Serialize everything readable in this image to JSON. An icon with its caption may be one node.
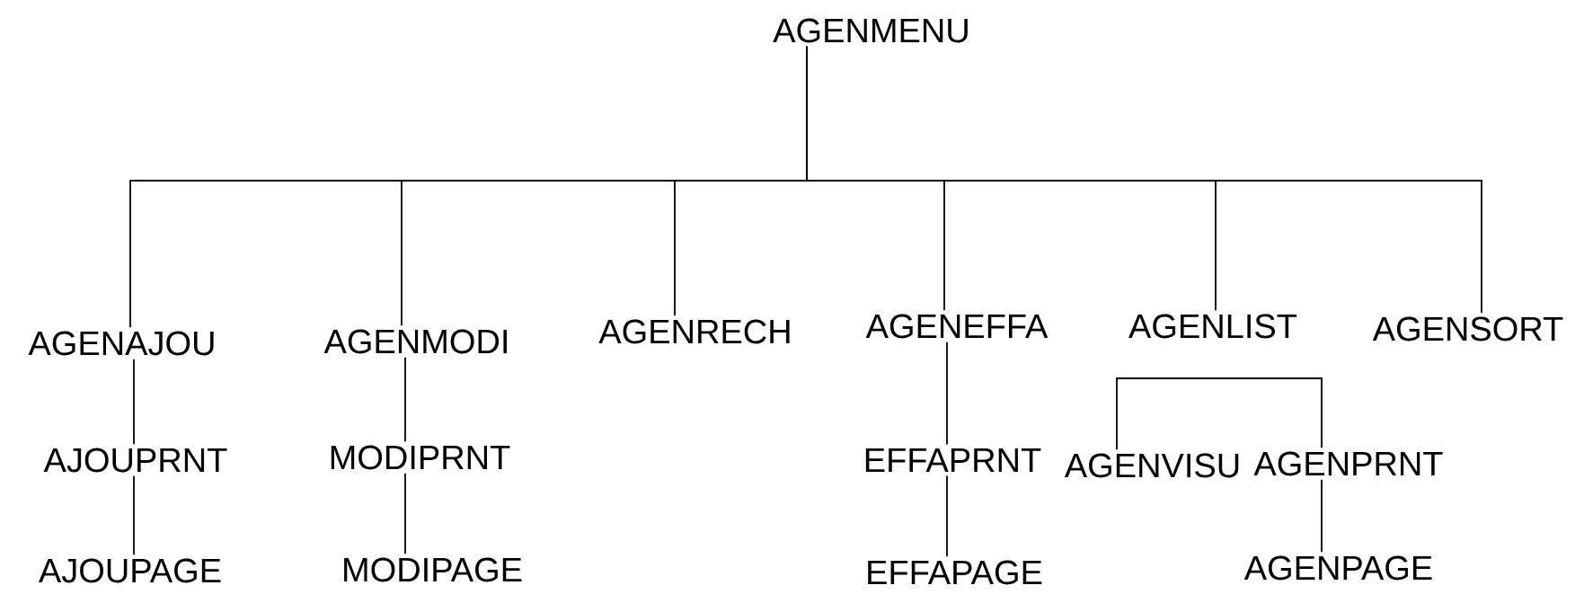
{
  "diagram": {
    "nodes": [
      {
        "text": [
          "AGENMENU"
        ]
      },
      {
        "text": [
          "AGENAJOU"
        ]
      },
      {
        "text": [
          "AGENMODI"
        ]
      },
      {
        "text": [
          "AGENRECH"
        ]
      },
      {
        "text": [
          "AGENEFFA"
        ]
      },
      {
        "text": [
          "AGENLIST"
        ]
      },
      {
        "text": [
          "AGENSORT"
        ]
      },
      {
        "text": [
          "AJOUPRNT"
        ]
      },
      {
        "text": [
          "MODIPRNT"
        ]
      },
      {
        "text": [
          "EFFAPRNT"
        ]
      },
      {
        "text": [
          "AGENVISU"
        ]
      },
      {
        "text": [
          "AGENPRNT"
        ]
      },
      {
        "text": [
          "AJOUPAGE"
        ]
      },
      {
        "text": [
          "MODIPAGE"
        ]
      },
      {
        "text": [
          "EFFAPAGE"
        ]
      },
      {
        "text": [
          "AGENPAGE"
        ]
      }
    ],
    "edges": [
      {
        "from": 0,
        "to": 1,
        "arrow": "none"
      },
      {
        "from": 0,
        "to": 2,
        "arrow": "none"
      },
      {
        "from": 0,
        "to": 3,
        "arrow": "none"
      },
      {
        "from": 0,
        "to": 4,
        "arrow": "none"
      },
      {
        "from": 0,
        "to": 5,
        "arrow": "none"
      },
      {
        "from": 0,
        "to": 6,
        "arrow": "none"
      },
      {
        "from": 1,
        "to": 7,
        "arrow": "none"
      },
      {
        "from": 7,
        "to": 12,
        "arrow": "none"
      },
      {
        "from": 2,
        "to": 8,
        "arrow": "none"
      },
      {
        "from": 8,
        "to": 13,
        "arrow": "none"
      },
      {
        "from": 4,
        "to": 9,
        "arrow": "none"
      },
      {
        "from": 9,
        "to": 14,
        "arrow": "none"
      },
      {
        "from": 5,
        "to": 10,
        "arrow": "none"
      },
      {
        "from": 5,
        "to": 11,
        "arrow": "none"
      },
      {
        "from": 11,
        "to": 15,
        "arrow": "none"
      }
    ]
  }
}
